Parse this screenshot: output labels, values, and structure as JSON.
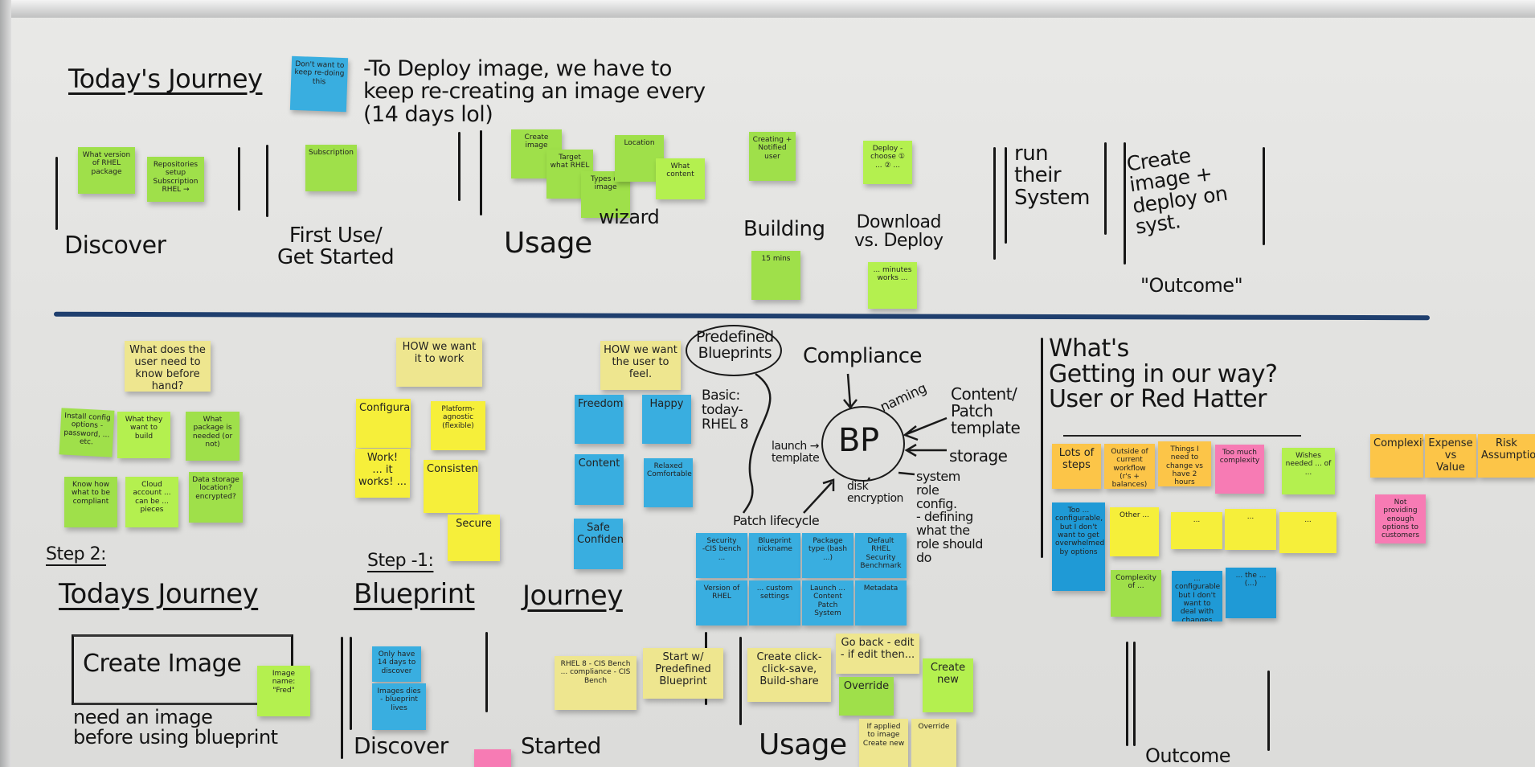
{
  "top": {
    "title": "Today's Journey",
    "note_redo": "Don't want to keep re-doing this",
    "deploy_text": "-To Deploy image, we have to\nkeep re-creating an image every\n(14 days lol)",
    "phases": {
      "discover": "Discover",
      "first_use": "First Use/\nGet Started",
      "usage": "Usage",
      "wizard": "wizard",
      "building": "Building",
      "download": "Download\nvs. Deploy",
      "run": "run\ntheir\nSystem",
      "create": "Create\nimage +\ndeploy on\nsyst.",
      "outcome": "\"Outcome\""
    },
    "notes": [
      "What version of RHEL package",
      "Repositories setup\nSubscription\nRHEL →",
      "Subscription",
      "Create image",
      "Target what RHEL",
      "Types of image",
      "Location",
      "What content",
      "Creating + Notified user",
      "Deploy - choose ① ... ② ...",
      "15 mins",
      "... minutes works ..."
    ]
  },
  "know": {
    "header": "What does the user need to know before hand?",
    "notes": [
      "Install config options - password, ... etc.",
      "What they want to build",
      "What package is needed (or not)",
      "Know how what to be compliant",
      "Cloud account ... can be ... pieces",
      "Data storage location? encrypted?"
    ]
  },
  "work": {
    "header": "HOW we want it to work",
    "notes": [
      "Configurable",
      "Platform-agnostic (flexible)",
      "Work!\n... it works! ...",
      "Consistent",
      "Secure"
    ]
  },
  "feel": {
    "header": "HOW we want the user to feel.",
    "notes": [
      "Freedom",
      "Happy",
      "Content",
      "Relaxed Comfortable",
      "Safe\nConfident"
    ]
  },
  "bp": {
    "oval": "Predefined\nBlueprints",
    "basic": "Basic:\ntoday-\nRHEL 8",
    "center": "BP",
    "compliance": "Compliance",
    "naming": "naming",
    "content": "Content/\nPatch\ntemplate",
    "storage": "storage",
    "launch": "launch →\ntemplate",
    "disk": "disk\nencryption",
    "system": "system\nrole\nconfig.\n- defining\nwhat the\nrole should\ndo",
    "patch": "Patch lifecycle",
    "notes": [
      "Security\n-CIS bench\n...",
      "Blueprint nickname",
      "Version of RHEL",
      "... custom settings",
      "Package type (bash ...)",
      "Default RHEL Security Benchmark",
      "Launch ...\nContent\nPatch\nSystem",
      "Metadata"
    ]
  },
  "obstacles": {
    "title": "What's\nGetting in our way?\nUser or Red Hatter",
    "notes": [
      "Lots of steps",
      "Outside of current workflow (r's + balances)",
      "Things I need to change vs have 2 hours",
      "Too much complexity",
      "Wishes needed ... of ...",
      "Too ... configurable, but I don't want to get overwhelmed by options",
      "Other ...",
      "...",
      "...",
      "...",
      "Complexity of ...",
      "... configurable but I don't want to deal with changes",
      "... the ... (...)"
    ],
    "right_notes": [
      "Complexity",
      "Expense\nvs\nValue",
      "Risk\nAssumption",
      "Not providing enough options to customers"
    ]
  },
  "bottom": {
    "step2": "Step 2:",
    "todays_journey": "Todays Journey",
    "step1": "Step -1:",
    "blueprint": "Blueprint",
    "journey": "Journey",
    "create_image": "Create Image",
    "need_image": "need an image\nbefore using blueprint",
    "discover": "Discover",
    "started": "Started",
    "usage": "Usage",
    "outcome": "Outcome",
    "notes": [
      "Image name: \"Fred\"",
      "Only have 14 days to discover",
      "Images dies - blueprint lives",
      "RHEL 8 - CIS Bench\n... compliance - CIS Bench",
      "Start w/ Predefined Blueprint",
      "Create click-click-save, Build-share",
      "Go back - edit - if edit then...",
      "Override",
      "Create new",
      "If applied to image\nCreate new",
      "Override"
    ]
  }
}
